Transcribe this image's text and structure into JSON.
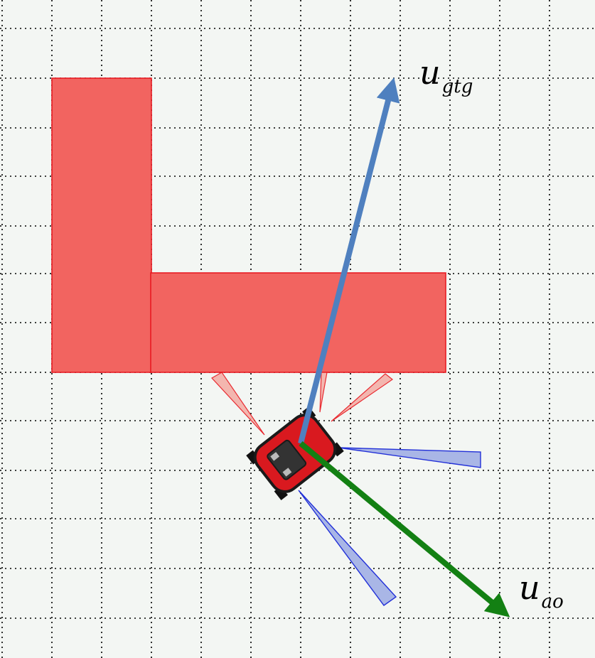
{
  "colors": {
    "background": "#f3f6f3",
    "grid": "#000000",
    "obstacle_fill": "#f26460",
    "obstacle_stroke": "#e8141c",
    "robot_body": "#d9191f",
    "robot_outline": "#1a1a1a",
    "robot_top": "#333333",
    "sensor_red": "#f4b0a8",
    "sensor_red_stroke": "#e8141c",
    "sensor_blue": "#a9b6e6",
    "sensor_blue_stroke": "#2230d8",
    "gtg_arrow": "#4f80bf",
    "ao_arrow": "#138013"
  },
  "vectors": {
    "gtg": {
      "symbol": "u",
      "subscript": "gtg"
    },
    "ao": {
      "symbol": "u",
      "subscript": "ao"
    }
  },
  "icons": {
    "robot": "robot-car-icon"
  }
}
